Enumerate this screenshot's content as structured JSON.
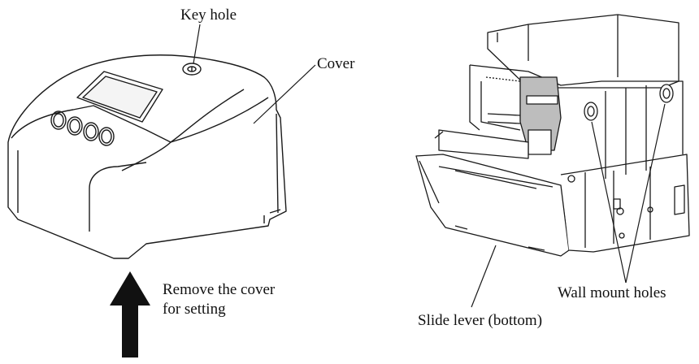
{
  "labels": {
    "key_hole": "Key hole",
    "cover": "Cover",
    "remove_line1": "Remove the cover",
    "remove_line2": "for setting",
    "wall_mount": "Wall mount holes",
    "slide_lever": "Slide lever (bottom)"
  },
  "colors": {
    "line": "#1a1a1a",
    "arrow": "#111111",
    "shade": "#bdbdbd"
  }
}
